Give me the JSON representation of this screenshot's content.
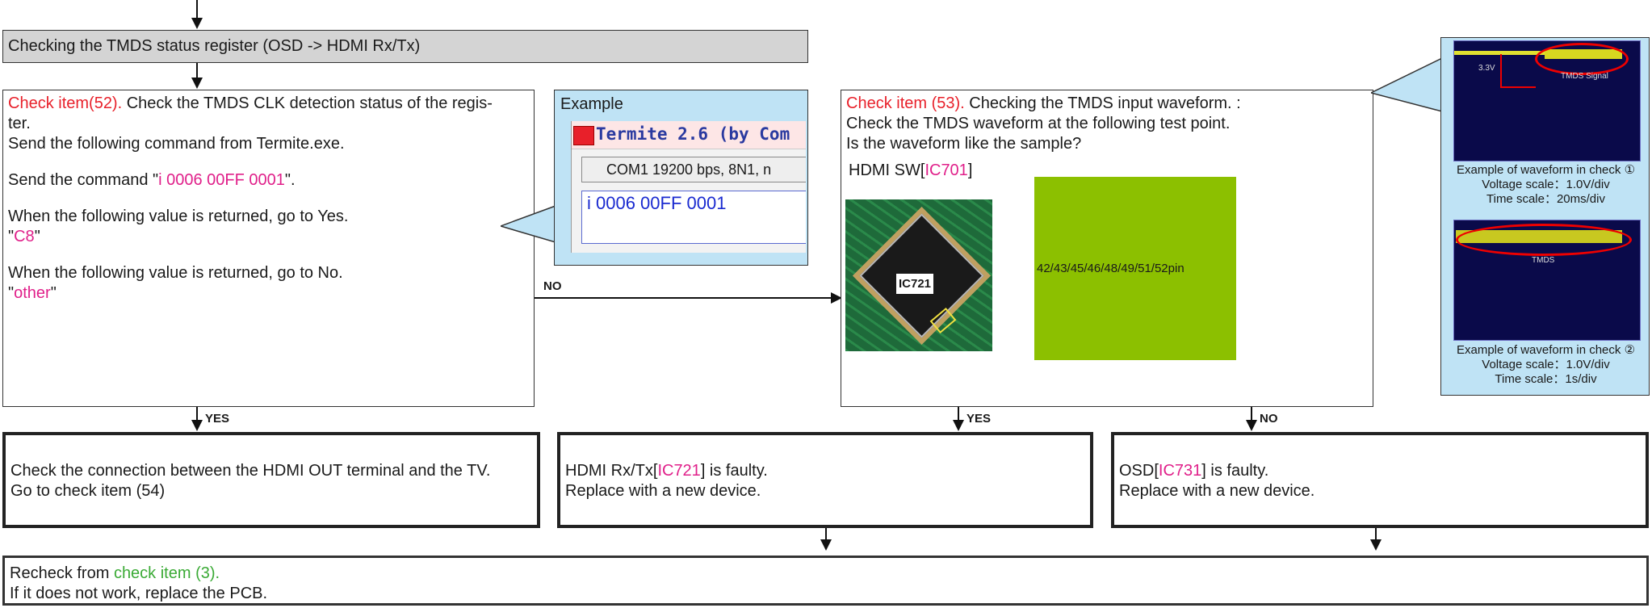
{
  "header_box": {
    "text": "Checking the TMDS status register (OSD -> HDMI Rx/Tx)"
  },
  "check52": {
    "title": "Check item(52).",
    "l1": " Check the TMDS CLK detection status of the regis-",
    "l2": "ter.",
    "l3": "Send the following command from Termite.exe.",
    "cmd_pre": "Send the command \"",
    "cmd": "i 0006 00FF 0001",
    "cmd_post": "\".",
    "yes_text": "When the following value is returned, go to Yes.",
    "yes_val": "C8",
    "no_text": "When the following value is returned, go to No.",
    "no_val": "other",
    "q1": "\"",
    "q2": "\""
  },
  "example": {
    "title": "Example",
    "app": "Termite 2.6 (by Com",
    "status": "COM1 19200 bps, 8N1, n",
    "input": "i 0006 00FF 0001"
  },
  "check53": {
    "title": "Check item (53).",
    "l1": " Checking the TMDS input waveform. :",
    "l2": "Check the TMDS waveform at the following test point.",
    "l3": "Is the waveform like the sample?",
    "sw_pre": "HDMI SW[",
    "sw_ic": "IC701",
    "sw_post": "]",
    "chip": "IC721",
    "pins": "42/43/45/46/48/49/51/52pin"
  },
  "waveforms": {
    "w1_level": "3.3V",
    "w1_signal": "TMDS Signal",
    "w1_cap1": "Example of waveform in check ①",
    "w1_cap2": "Voltage scale：1.0V/div",
    "w1_cap3": "Time scale：20ms/div",
    "w2_signal": "TMDS",
    "w2_cap1": "Example of waveform in check ②",
    "w2_cap2": "Voltage scale：1.0V/div",
    "w2_cap3": "Time scale：1s/div"
  },
  "labels": {
    "yes": "YES",
    "no": "NO"
  },
  "result1": {
    "l1": "Check the connection between the HDMI OUT terminal and the TV.",
    "l2": "Go to check item (54)"
  },
  "result2": {
    "pre": "HDMI Rx/Tx[",
    "ic": "IC721",
    "post": "] is faulty.",
    "l2": "Replace with a new device."
  },
  "result3": {
    "pre": "OSD[",
    "ic": "IC731",
    "post": "] is faulty.",
    "l2": "Replace with a new device."
  },
  "final": {
    "pre": "Recheck from ",
    "link": "check item (3).",
    "l2": "If it does not work, replace the PCB."
  },
  "colors": {
    "red": "#e8202a",
    "pink": "#e0208a",
    "green": "#3aaa35",
    "callout": "#bfe3f5",
    "pinbox": "#8cc000"
  }
}
